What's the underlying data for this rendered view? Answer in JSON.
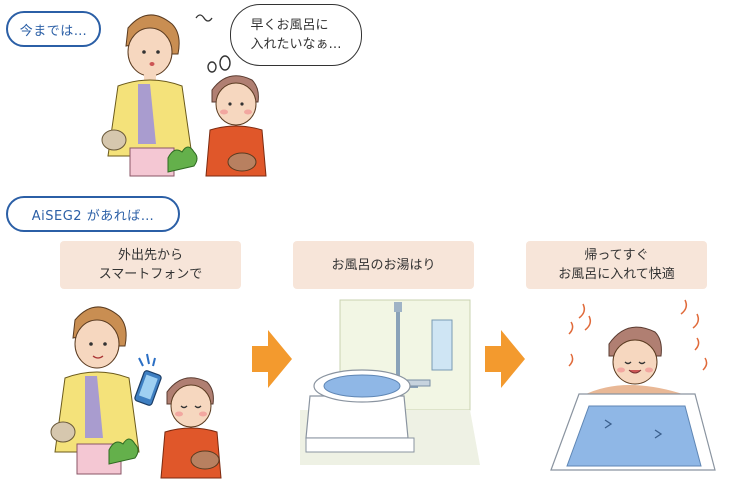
{
  "labels": {
    "before": "今までは…",
    "after": "AiSEG2 があれば…"
  },
  "bubble_text": "早くお風呂に\n入れたいなぁ…",
  "steps": [
    {
      "caption": "外出先から\nスマートフォンで"
    },
    {
      "caption": "お風呂のお湯はり"
    },
    {
      "caption": "帰ってすぐ\nお風呂に入れて快適"
    }
  ],
  "colors": {
    "label_border": "#2b5fa6",
    "caption_bg": "#f7e5d9",
    "arrow": "#f39a2e",
    "water": "#8fb7e6"
  },
  "icons": [
    "mother-illustration",
    "boy-illustration",
    "smartphone-illustration",
    "bathtub-illustration",
    "steam-illustration"
  ]
}
